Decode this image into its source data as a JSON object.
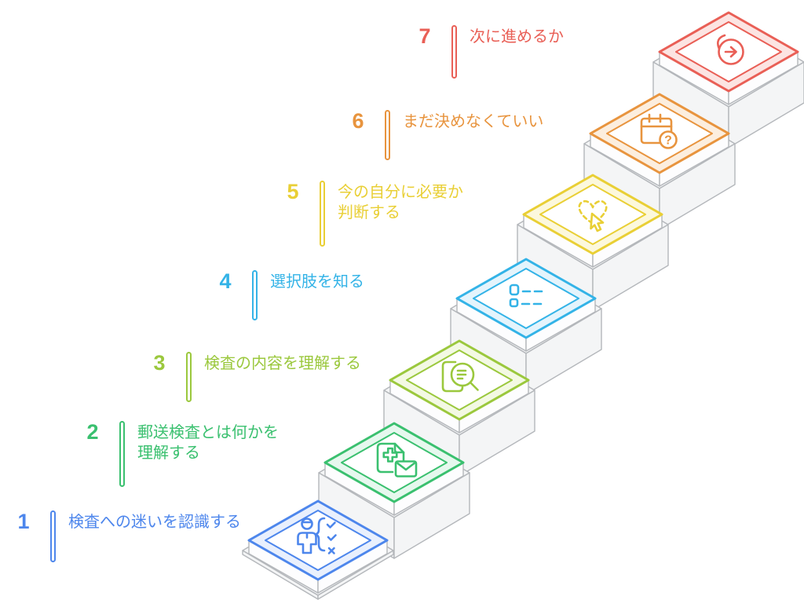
{
  "figure": {
    "type": "ascending-step-diagram",
    "background": "#ffffff",
    "structure": {
      "surface_fill": "#f4f5f6",
      "plate_side_fill": "#fdfdfe",
      "outline_color": "#b4b7bb"
    },
    "steps": [
      {
        "number": "1",
        "label": "検査への迷いを認識する",
        "color": "#4d86ec",
        "tint": "#e9f0fd",
        "icon": "person-decision"
      },
      {
        "number": "2",
        "label": "郵送検査とは何かを\n理解する",
        "color": "#3ac06f",
        "tint": "#e6f8ee",
        "icon": "medical-mail"
      },
      {
        "number": "3",
        "label": "検査の内容を理解する",
        "color": "#9bc83d",
        "tint": "#f3f9e3",
        "icon": "document-magnifier"
      },
      {
        "number": "4",
        "label": "選択肢を知る",
        "color": "#33b3e7",
        "tint": "#e4f4fc",
        "icon": "options-list"
      },
      {
        "number": "5",
        "label": "今の自分に必要か\n判断する",
        "color": "#e9cf35",
        "tint": "#fcf8dc",
        "icon": "heart-cursor"
      },
      {
        "number": "6",
        "label": "まだ決めなくていい",
        "color": "#e8943e",
        "tint": "#fceede",
        "icon": "calendar-question"
      },
      {
        "number": "7",
        "label": "次に進めるか",
        "color": "#e95f56",
        "tint": "#fce4e2",
        "icon": "forward-arrow"
      }
    ]
  }
}
